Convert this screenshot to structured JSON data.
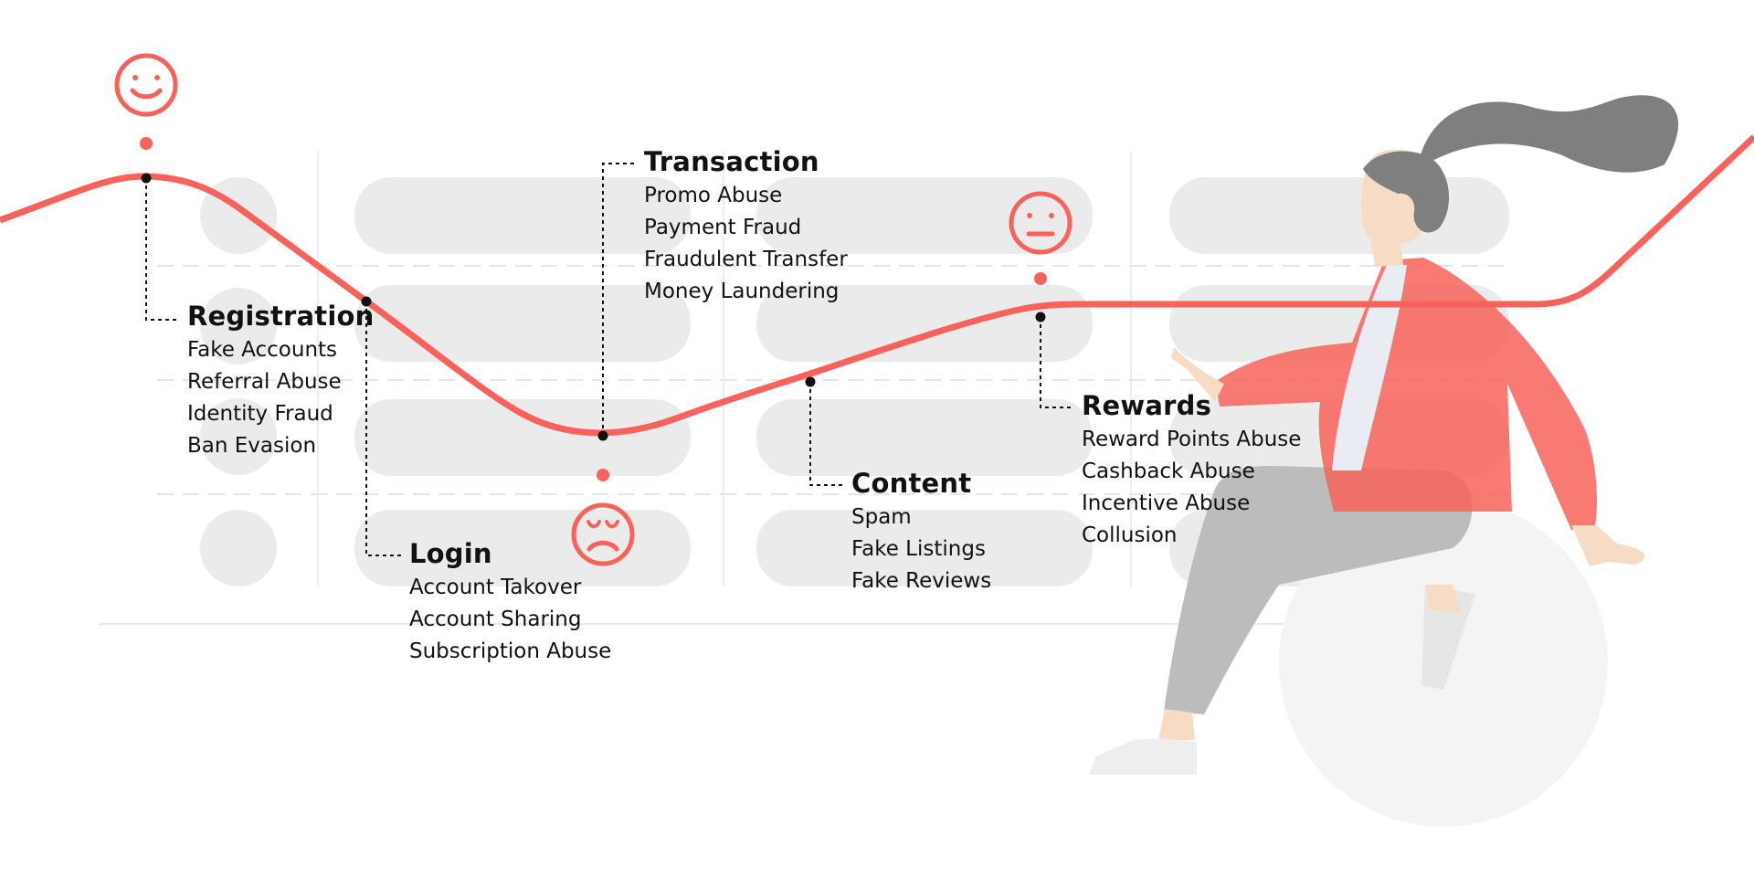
{
  "accent_color": "#f8625a",
  "stages": [
    {
      "title": "Registration",
      "items": [
        "Fake Accounts",
        "Referral Abuse",
        "Identity Fraud",
        "Ban Evasion"
      ]
    },
    {
      "title": "Login",
      "items": [
        "Account Takover",
        "Account Sharing",
        "Subscription Abuse"
      ]
    },
    {
      "title": "Transaction",
      "items": [
        "Promo Abuse",
        "Payment Fraud",
        "Fraudulent Transfer",
        "Money Laundering"
      ]
    },
    {
      "title": "Content",
      "items": [
        "Spam",
        "Fake Listings",
        "Fake Reviews"
      ]
    },
    {
      "title": "Rewards",
      "items": [
        "Reward Points Abuse",
        "Cashback Abuse",
        "Incentive Abuse",
        "Collusion"
      ]
    }
  ],
  "faces": [
    {
      "mood": "happy",
      "icon": "happy-face-icon"
    },
    {
      "mood": "sad",
      "icon": "sad-face-icon"
    },
    {
      "mood": "neutral",
      "icon": "neutral-face-icon"
    }
  ],
  "illustration": {
    "icon": "woman-on-exercise-ball-icon"
  }
}
